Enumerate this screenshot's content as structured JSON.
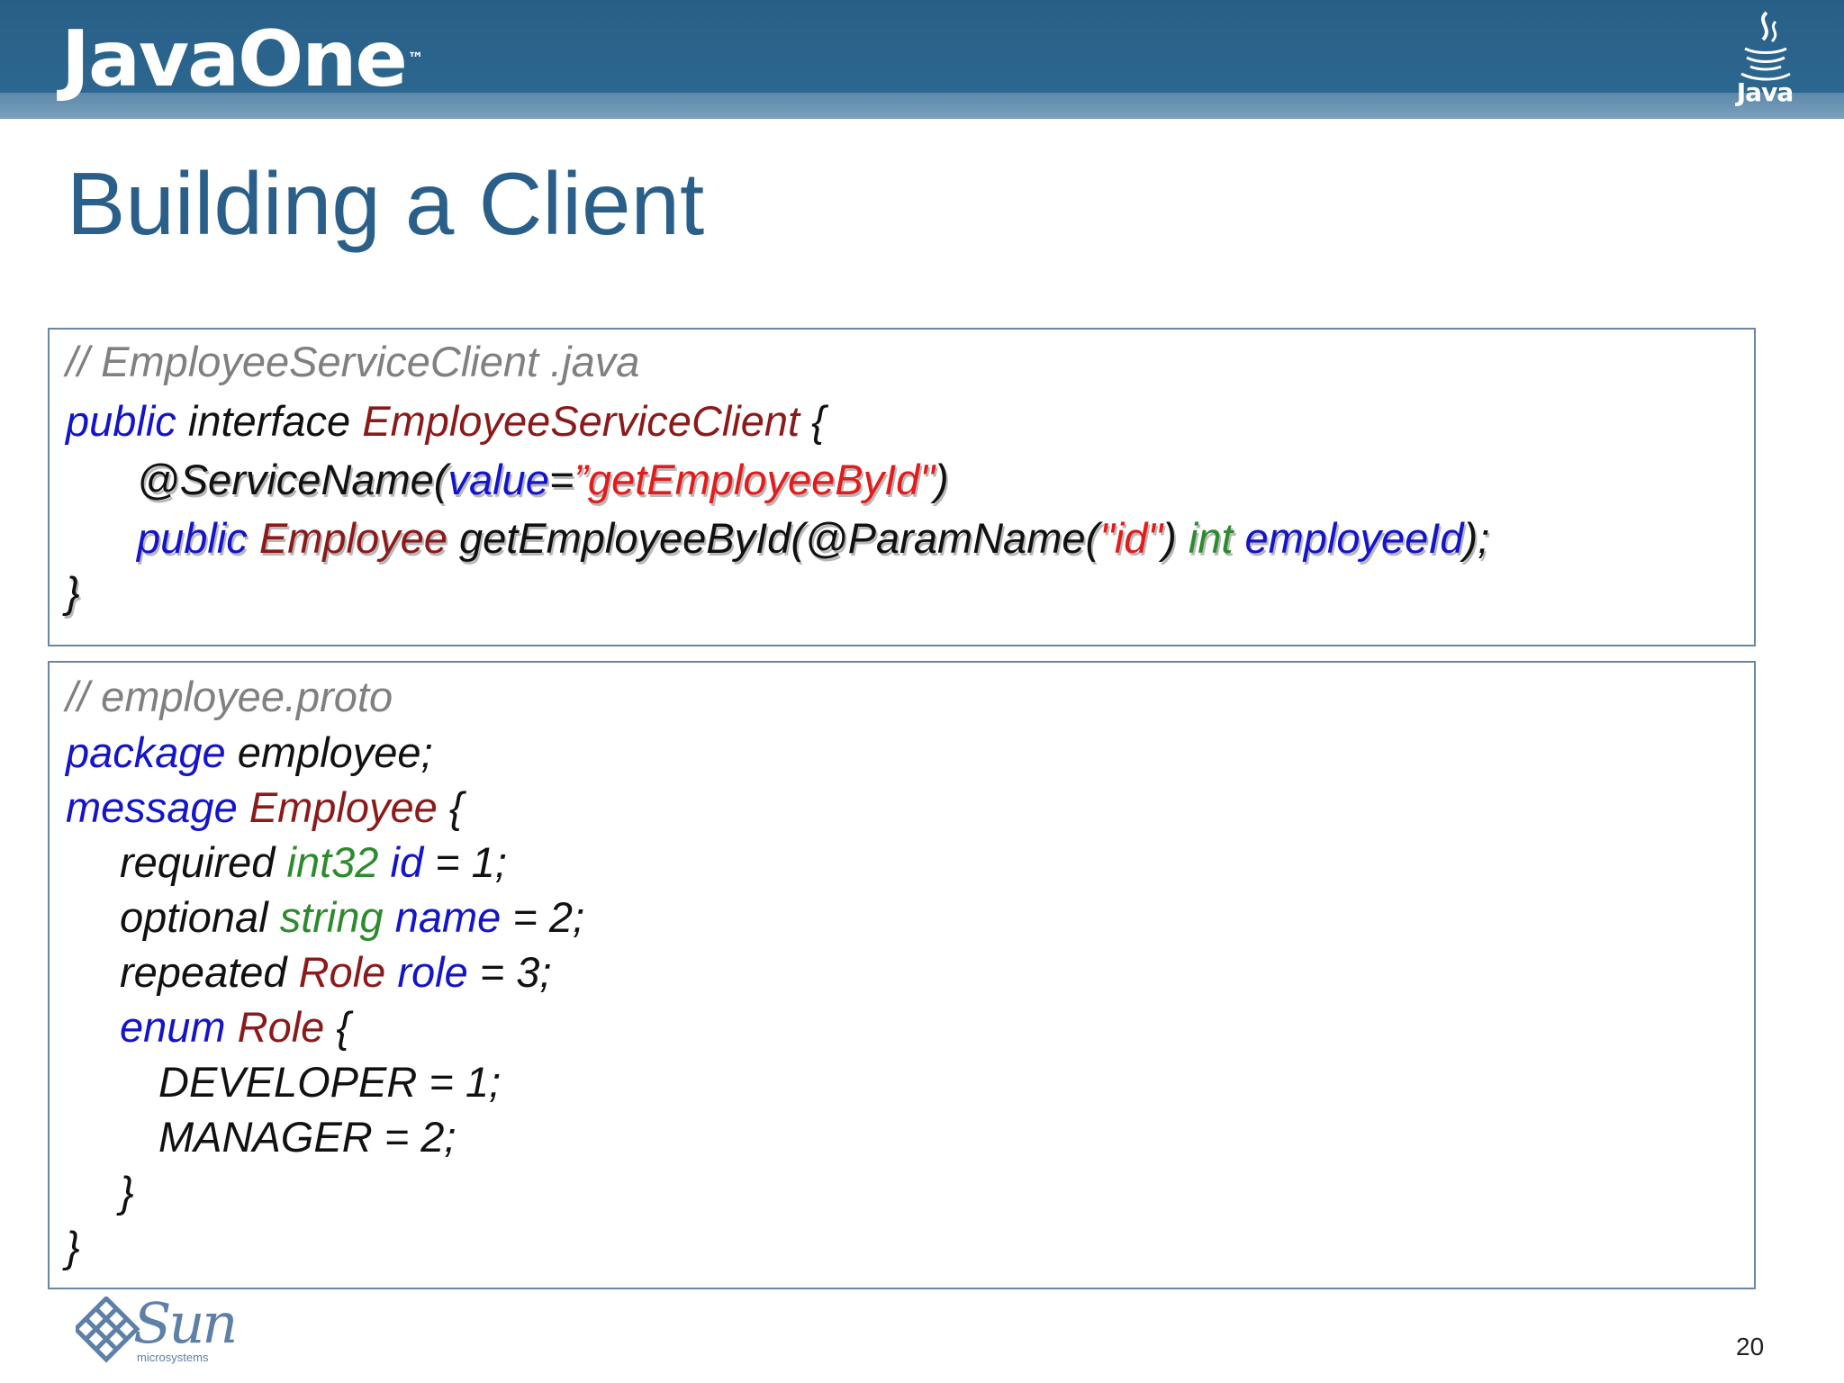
{
  "header": {
    "brand": "JavaOne",
    "brand_mark": "™",
    "java_logo_label": "Java",
    "colors": {
      "bar": "#2c6790",
      "bar_stripe": "#6f96b5"
    }
  },
  "slide": {
    "title": "Building a Client",
    "page_number": "20",
    "title_color": "#2a5f8a"
  },
  "java_code": {
    "comment": "// EmployeeServiceClient .java",
    "line1": {
      "kw": "public",
      "plain": "interface",
      "type": "EmployeeServiceClient",
      "brace": "{"
    },
    "line2": {
      "annotation": "@ServiceName(",
      "param": "value",
      "eq": "=",
      "str": "”getEmployeeById\"",
      "close": ")"
    },
    "line3": {
      "kw": "public",
      "type": "Employee",
      "method": "getEmployeeById(@ParamName(",
      "str": "\"id\"",
      "close": ")",
      "prim": "int",
      "var": "employeeId",
      "end": ");"
    },
    "line4": "}"
  },
  "proto_code": {
    "comment": "// employee.proto",
    "package_line": {
      "kw": "package",
      "name": "employee;"
    },
    "message_line": {
      "kw": "message",
      "type": "Employee",
      "brace": "{"
    },
    "fields": [
      {
        "modifier": "required",
        "type": "int32",
        "name": "id",
        "assign": "= 1;"
      },
      {
        "modifier": "optional",
        "type": "string",
        "name": "name",
        "assign": "= 2;"
      },
      {
        "modifier": "repeated",
        "type": "Role",
        "name": "role",
        "assign": "= 3;"
      }
    ],
    "enum_line": {
      "kw": "enum",
      "type": "Role",
      "brace": "{"
    },
    "enum_values": [
      "DEVELOPER = 1;",
      "MANAGER = 2;"
    ],
    "enum_close": "}",
    "message_close": "}"
  },
  "footer": {
    "logo_text": "Sun",
    "logo_subtext": "microsystems"
  },
  "syntax_colors": {
    "comment": "#808080",
    "keyword": "#1414c8",
    "type": "#8b1a1a",
    "string": "#e01c1c",
    "primitive": "#2d8a2d"
  }
}
